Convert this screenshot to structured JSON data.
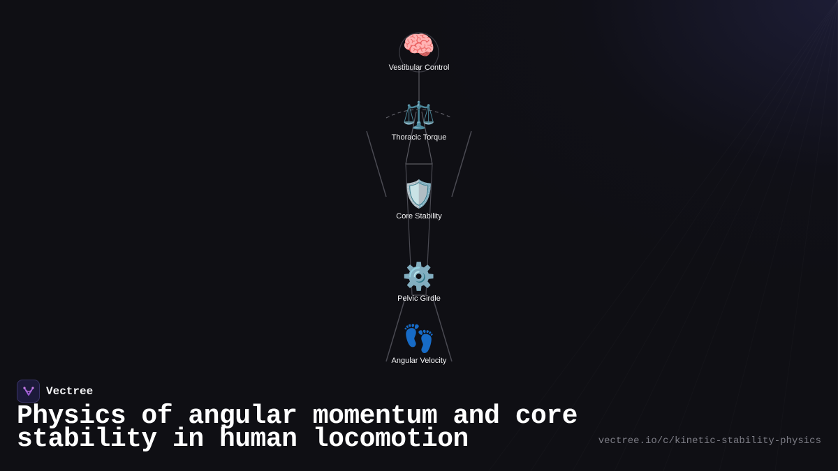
{
  "diagram": {
    "nodes": [
      {
        "id": "vestibular",
        "icon": "brain-icon",
        "emoji": "🧠",
        "label": "Vestibular Control"
      },
      {
        "id": "thoracic",
        "icon": "scales-icon",
        "emoji": "⚖️",
        "label": "Thoracic Torque"
      },
      {
        "id": "core",
        "icon": "shield-icon",
        "emoji": "🛡️",
        "label": "Core Stability"
      },
      {
        "id": "pelvic",
        "icon": "gear-icon",
        "emoji": "⚙️",
        "label": "Pelvic Girdle"
      },
      {
        "id": "angular",
        "icon": "footprints-icon",
        "emoji": "👣",
        "label": "Angular Velocity"
      }
    ]
  },
  "brand": {
    "name": "Vectree",
    "logo_icon": "vectree-logo-icon",
    "accent": "#9b59d6"
  },
  "title": "Physics of angular momentum and core stability in human locomotion",
  "url": "vectree.io/c/kinetic-stability-physics"
}
